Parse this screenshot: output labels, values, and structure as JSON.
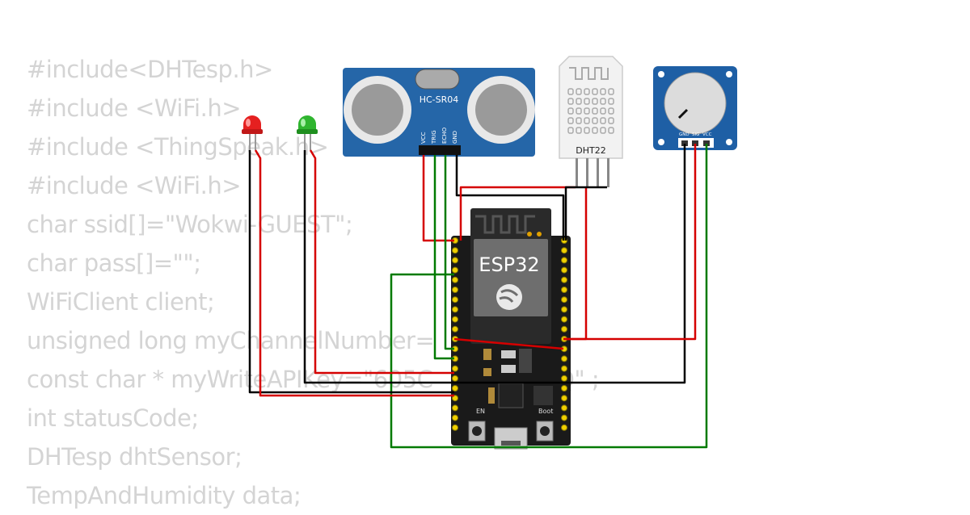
{
  "code_lines": [
    "#include<DHTesp.h>",
    "#include <WiFi.h>",
    "#include <ThingSpeak.h>",
    "#include <WiFi.h>",
    "char ssid[]=\"Wokwi-GUEST\";",
    "char pass[]=\"\";",
    "WiFiClient client;",
    "unsigned long myChannelNumber=",
    "const char * myWriteAPIKey=\"605C          RMHQ\" ;",
    "int statusCode;",
    "DHTesp dhtSensor;",
    "TempAndHumidity data;"
  ],
  "components": {
    "ultrasonic": {
      "name": "HC-SR04",
      "pins": [
        "VCC",
        "TRIG",
        "ECHO",
        "GND"
      ]
    },
    "dht": {
      "name": "DHT22"
    },
    "potentiometer": {
      "pins": [
        "GND",
        "SIG",
        "VCC"
      ]
    },
    "esp32": {
      "name": "ESP32",
      "button_left": "EN",
      "button_right": "Boot"
    },
    "leds": [
      {
        "color": "red"
      },
      {
        "color": "green"
      }
    ]
  },
  "colors": {
    "wire_red": "#d50000",
    "wire_black": "#000000",
    "wire_green": "#007a00",
    "board_blue": "#1e5fa5",
    "code_text": "#d4d4d4"
  }
}
